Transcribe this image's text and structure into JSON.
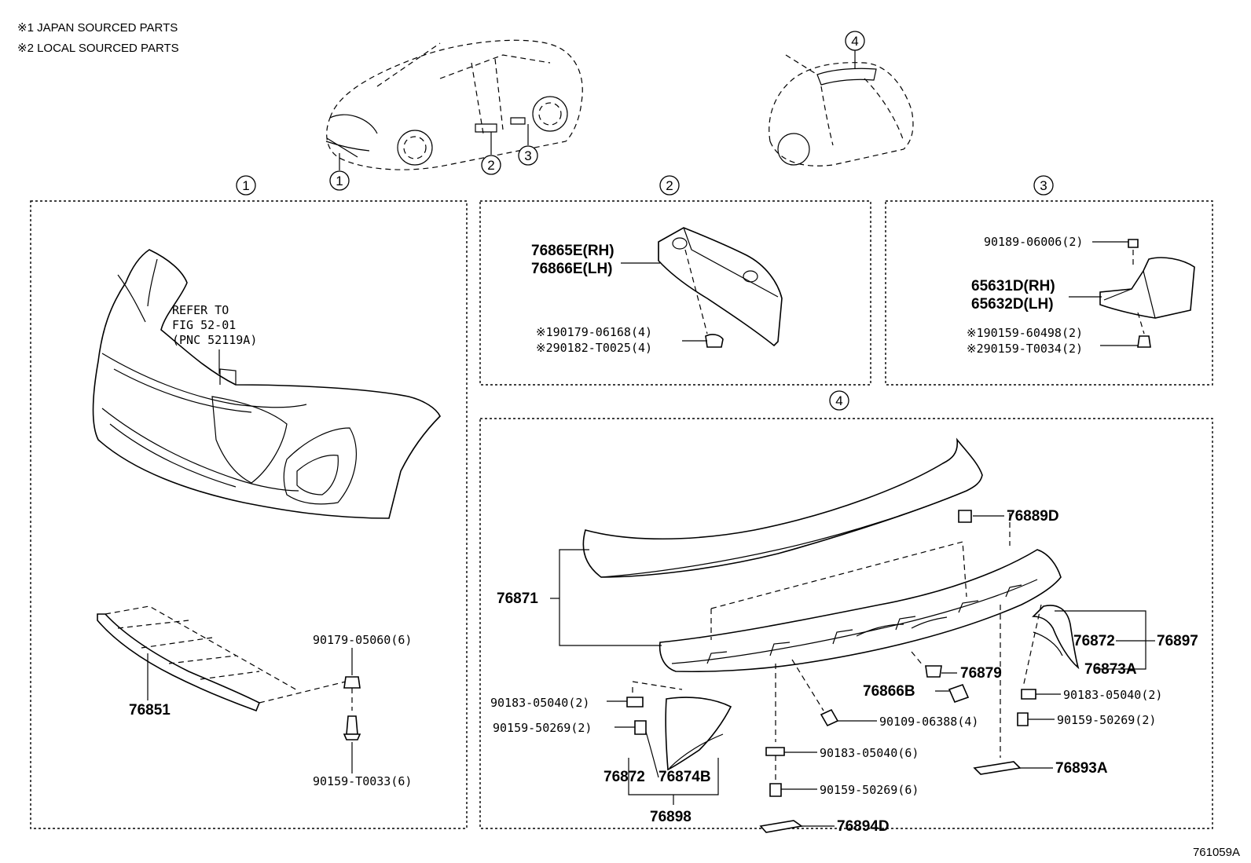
{
  "notes": {
    "n1": "※1 JAPAN SOURCED PARTS",
    "n2": "※2 LOCAL SOURCED PARTS"
  },
  "figure_id": "761059A",
  "sections": {
    "s1": "1",
    "s2": "2",
    "s3": "3",
    "s4": "4"
  },
  "overview_callouts": {
    "c1": "1",
    "c2": "2",
    "c3": "3",
    "c4": "4"
  },
  "panel1": {
    "refer1": "REFER TO",
    "refer2": "FIG 52-01",
    "refer3": "(PNC 52119A)",
    "p76851": "76851",
    "p90179": "90179-05060(6)",
    "p90159": "90159-T0033(6)"
  },
  "panel2": {
    "rh": "76865E(RH)",
    "lh": "76866E(LH)",
    "j1": "※190179-06168(4)",
    "j2": "※290182-T0025(4)"
  },
  "panel3": {
    "top": "90189-06006(2)",
    "rh": "65631D(RH)",
    "lh": "65632D(LH)",
    "j1": "※190159-60498(2)",
    "j2": "※290159-T0034(2)"
  },
  "panel4": {
    "p76871": "76871",
    "p76889D": "76889D",
    "p76872a": "76872",
    "p76897": "76897",
    "p76873A": "76873A",
    "p76879": "76879",
    "p76866B": "76866B",
    "p90183r": "90183-05040(2)",
    "p90159r": "90159-50269(2)",
    "p90109": "90109-06388(4)",
    "p90183m": "90183-05040(6)",
    "p90159m": "90159-50269(6)",
    "p76893A": "76893A",
    "p76894D": "76894D",
    "p90183l": "90183-05040(2)",
    "p90159l": "90159-50269(2)",
    "p76872b": "76872",
    "p76874B": "76874B",
    "p76898": "76898"
  }
}
